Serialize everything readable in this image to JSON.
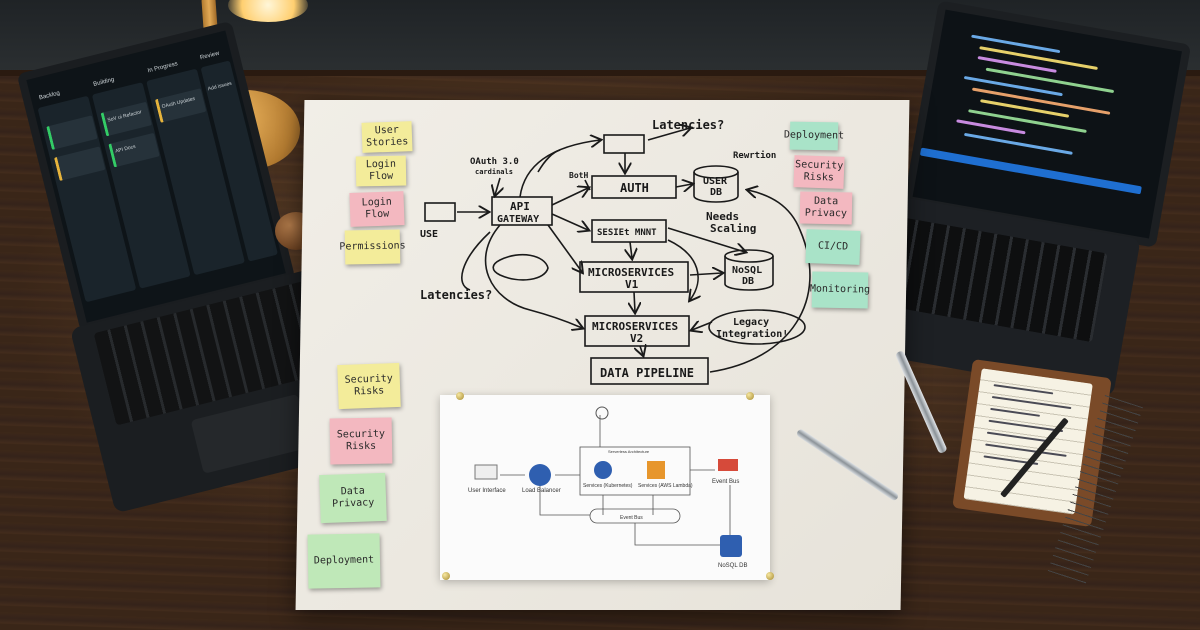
{
  "sticky_notes_left": [
    {
      "id": "user-stories",
      "text": "User\nStories",
      "color": "yellow"
    },
    {
      "id": "login-flow-1",
      "text": "Login\nFlow",
      "color": "yellow"
    },
    {
      "id": "login-flow-2",
      "text": "Login\nFlow",
      "color": "pink"
    },
    {
      "id": "permissions",
      "text": "Permissions",
      "color": "yellow"
    },
    {
      "id": "security-risks",
      "text": "Security\nRisks",
      "color": "yellow"
    },
    {
      "id": "security-risks-2",
      "text": "Security\nRisks",
      "color": "pink"
    },
    {
      "id": "data-privacy",
      "text": "Data\nPrivacy",
      "color": "green"
    },
    {
      "id": "deployment",
      "text": "Deployment",
      "color": "green"
    }
  ],
  "sticky_notes_right": [
    {
      "id": "deployment",
      "text": "Deployment",
      "color": "mint"
    },
    {
      "id": "security-risks",
      "text": "Security\nRisks",
      "color": "pink"
    },
    {
      "id": "data-privacy",
      "text": "Data\nPrivacy",
      "color": "pink"
    },
    {
      "id": "ci-cd",
      "text": "CI/CD",
      "color": "mint"
    },
    {
      "id": "monitoring",
      "text": "Monitoring",
      "color": "mint"
    }
  ],
  "sketch": {
    "latencies_top": "Latencies?",
    "oauth": "OAuth 3.0",
    "oauth_sub": "cardinals",
    "auth": "AUTH",
    "api_gateway_1": "API",
    "api_gateway_2": "GATEWAY",
    "user_db_1": "USER",
    "user_db_2": "DB",
    "rewrite": "Rewrtion",
    "user": "USE",
    "session_mgmt": "SESIEt MNNT",
    "needs_scaling_1": "Needs",
    "needs_scaling_2": "Scaling",
    "ms_v1_1": "MICROSERVICES",
    "ms_v1_2": "V1",
    "nosql_1": "NoSQL",
    "nosql_2": "DB",
    "latencies_left": "Latencies?",
    "ms_v2_1": "MICROSERVICES",
    "ms_v2_2": "V2",
    "legacy_1": "Legacy",
    "legacy_2": "Integration!",
    "data_pipeline": "DATA PIPELINE",
    "both": "BotH"
  },
  "printed_diagram": {
    "header": "Serverless Architecture",
    "user_interface": "User Interface",
    "load_balancer": "Load Balancer",
    "kubernetes": "Services (Kubernetes)",
    "lambda": "Services (AWS Lambda)",
    "event_bus_right": "Event Bus",
    "event_bus_center": "Event Bus",
    "nosql_db": "NoSQL DB",
    "colors": {
      "blue": "#2f5fb0",
      "orange": "#e7962c",
      "red": "#d64a3a"
    }
  },
  "laptop_left": {
    "columns": [
      "Backlog",
      "Building",
      "In Progress",
      "Review"
    ],
    "cards": [
      "SoV ui Refactor",
      "API Docs",
      "OAuth Updates",
      "Add issues"
    ]
  }
}
